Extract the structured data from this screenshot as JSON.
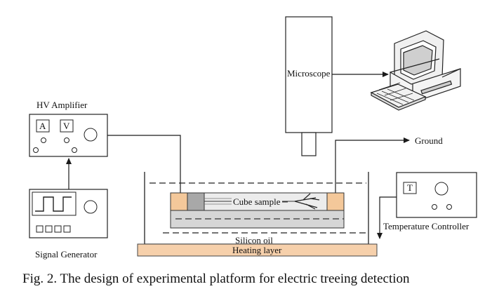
{
  "diagram": {
    "labels": {
      "microscope": "Microscope",
      "hv_amplifier": "HV Amplifier",
      "ground": "Ground",
      "signal_generator": "Signal Generator",
      "temperature_controller": "Temperature Controller",
      "cube_sample": "Cube sample",
      "silicon_oil": "Silicon oil",
      "heating_layer": "Heating layer"
    },
    "panel_text": {
      "amplifier_a": "A",
      "amplifier_v": "V",
      "temperature_t": "T"
    },
    "colors": {
      "electrode": "#f4c89a",
      "heating_layer": "#f6d0ab",
      "sample_block": "#d6d6d6",
      "wire": "#1a1a1a"
    }
  },
  "caption": "Fig. 2. The design of experimental platform for electric treeing detection"
}
